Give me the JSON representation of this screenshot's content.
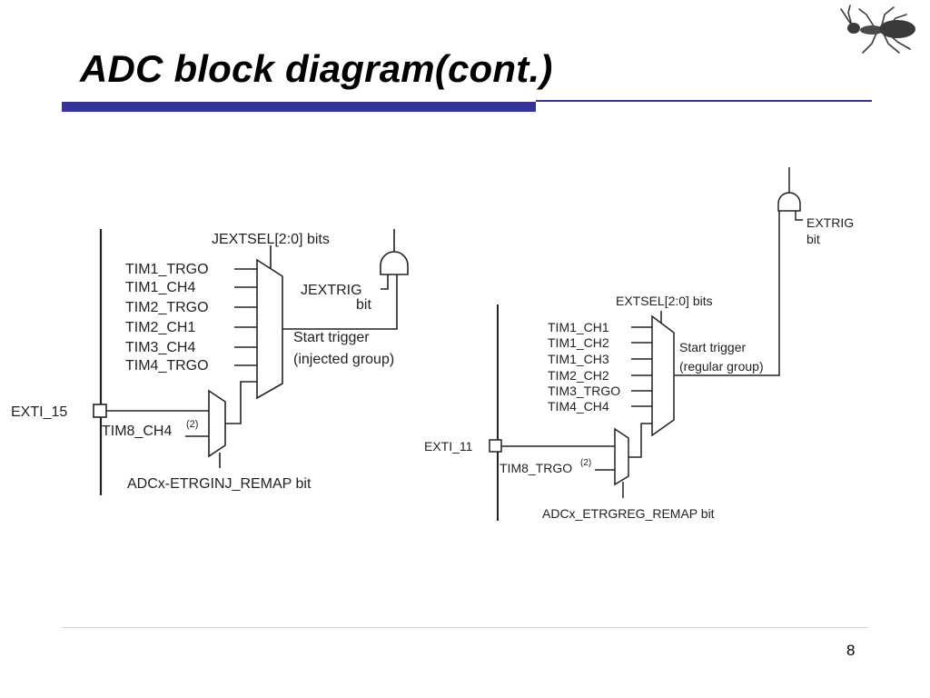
{
  "slide": {
    "title": "ADC block diagram(cont.)",
    "page_number": "8"
  },
  "injected": {
    "select_label": "JEXTSEL[2:0] bits",
    "inputs": [
      "TIM1_TRGO",
      "TIM1_CH4",
      "TIM2_TRGO",
      "TIM2_CH1",
      "TIM3_CH4",
      "TIM4_TRGO"
    ],
    "exti": "EXTI_15",
    "tim8": "TIM8_CH4",
    "note": "(2)",
    "remap_label": "ADCx-ETRGINJ_REMAP bit",
    "extrig_line1": "JEXTRIG",
    "extrig_line2": "bit",
    "trigger_line1": "Start trigger",
    "trigger_line2": "(injected group)"
  },
  "regular": {
    "select_label": "EXTSEL[2:0] bits",
    "inputs": [
      "TIM1_CH1",
      "TIM1_CH2",
      "TIM1_CH3",
      "TIM2_CH2",
      "TIM3_TRGO",
      "TIM4_CH4"
    ],
    "exti": "EXTI_11",
    "tim8": "TIM8_TRGO",
    "note": "(2)",
    "remap_label": "ADCx_ETRGREG_REMAP bit",
    "extrig_line1": "EXTRIG",
    "extrig_line2": "bit",
    "trigger_line1": "Start trigger",
    "trigger_line2": "(regular group)"
  },
  "colors": {
    "title_bar": "#33339a",
    "footer_line": "#d3d6e0",
    "diagram_stroke": "#222222"
  },
  "icons": {
    "corner": "ant-icon"
  }
}
